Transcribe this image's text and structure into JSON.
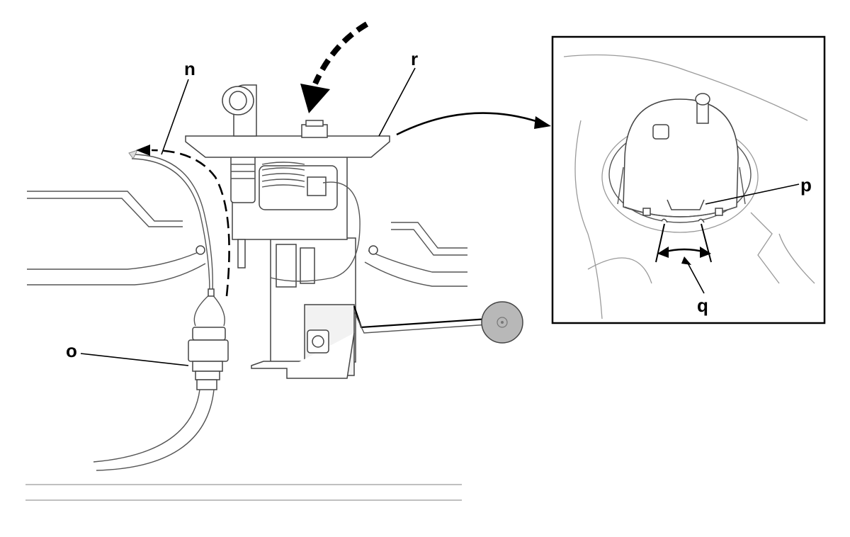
{
  "callouts": {
    "n": "n",
    "o": "o",
    "p": "p",
    "q": "q",
    "r": "r"
  },
  "colors": {
    "line": "#000000",
    "part_outline": "#444444",
    "light_line": "#9a9a9a",
    "float_fill": "#b8b8b8"
  }
}
